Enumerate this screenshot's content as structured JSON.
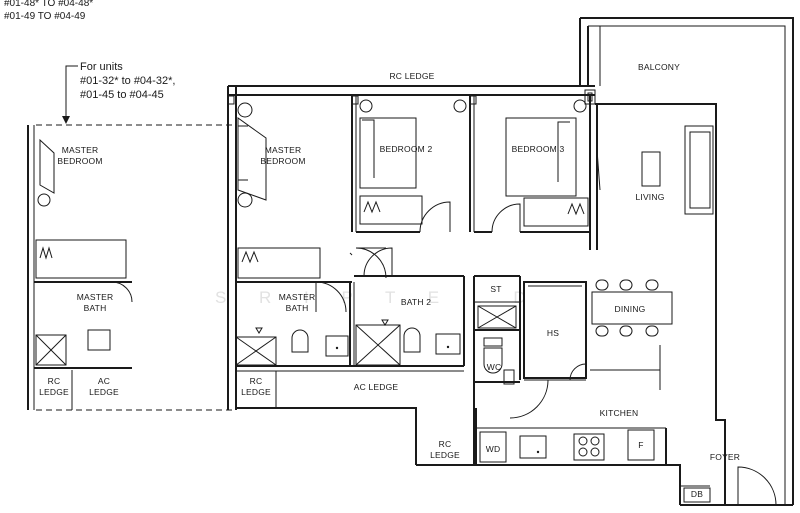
{
  "header": {
    "line1": "#01-48* TO #04-48*",
    "line2": "#01-49 TO #04-49"
  },
  "note": {
    "line1": "For units",
    "line2": "#01-32* to #04-32*,",
    "line3": "#01-45 to #04-45"
  },
  "watermark": "S R I   P T E   L   D",
  "rooms": {
    "rc_ledge_top": "RC LEDGE",
    "balcony": "BALCONY",
    "master_bedroom_alt": [
      "MASTER",
      "BEDROOM"
    ],
    "master_bedroom": [
      "MASTER",
      "BEDROOM"
    ],
    "bedroom2": "BEDROOM 2",
    "bedroom3": "BEDROOM 3",
    "living": "LIVING",
    "master_bath_alt": [
      "MASTER",
      "BATH"
    ],
    "master_bath": [
      "MASTER",
      "BATH"
    ],
    "bath2": "BATH 2",
    "st": "ST",
    "hs": "HS",
    "dining": "DINING",
    "wc": "WC",
    "rc_ledge_left": [
      "RC",
      "LEDGE"
    ],
    "ac_ledge_left": [
      "AC",
      "LEDGE"
    ],
    "rc_ledge_mid": [
      "RC",
      "LEDGE"
    ],
    "ac_ledge": "AC LEDGE",
    "kitchen": "KITCHEN",
    "rc_ledge_bottom": [
      "RC",
      "LEDGE"
    ],
    "wd": "WD",
    "fridge": "F",
    "foyer": "FOYER",
    "db": "DB"
  }
}
